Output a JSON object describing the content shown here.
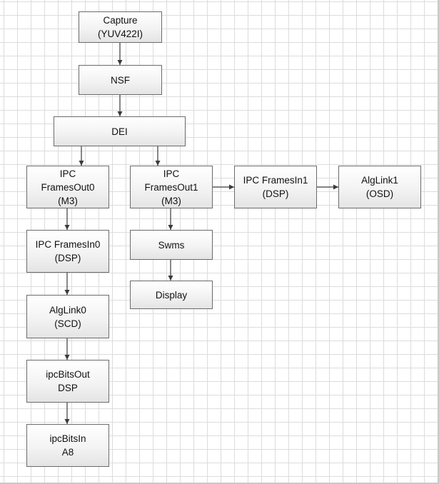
{
  "diagram": {
    "nodes": {
      "capture": "Capture\n(YUV422I)",
      "nsf": "NSF",
      "dei": "DEI",
      "ipc_frames_out0": "IPC\nFramesOut0\n(M3)",
      "ipc_frames_out1": "IPC\nFramesOut1\n(M3)",
      "ipc_frames_in1": "IPC FramesIn1\n(DSP)",
      "alglink1": "AlgLink1\n(OSD)",
      "ipc_frames_in0": "IPC FramesIn0\n(DSP)",
      "swms": "Swms",
      "display": "Display",
      "alglink0": "AlgLink0\n(SCD)",
      "ipc_bits_out": "ipcBitsOut\nDSP",
      "ipc_bits_in": "ipcBitsIn\nA8"
    },
    "edges": [
      [
        "capture",
        "nsf"
      ],
      [
        "nsf",
        "dei"
      ],
      [
        "dei",
        "ipc_frames_out0"
      ],
      [
        "dei",
        "ipc_frames_out1"
      ],
      [
        "ipc_frames_out1",
        "ipc_frames_in1"
      ],
      [
        "ipc_frames_in1",
        "alglink1"
      ],
      [
        "ipc_frames_out0",
        "ipc_frames_in0"
      ],
      [
        "ipc_frames_out1",
        "swms"
      ],
      [
        "swms",
        "display"
      ],
      [
        "ipc_frames_in0",
        "alglink0"
      ],
      [
        "alglink0",
        "ipc_bits_out"
      ],
      [
        "ipc_bits_out",
        "ipc_bits_in"
      ]
    ]
  }
}
